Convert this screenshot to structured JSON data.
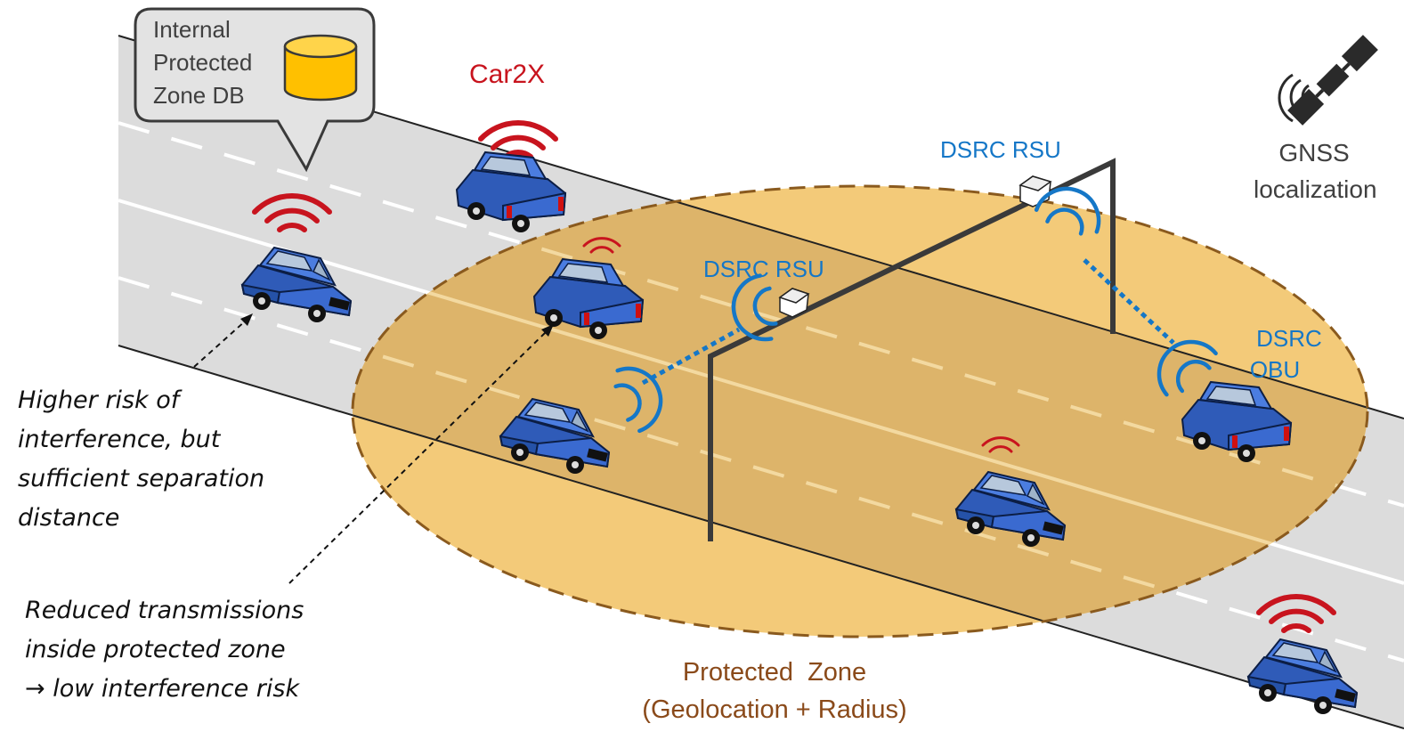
{
  "db_callout": {
    "lines": [
      "Internal",
      "Protected",
      "Zone DB"
    ]
  },
  "car2x_label": "Car2X",
  "rsu_labels": [
    "DSRC RSU",
    "DSRC RSU"
  ],
  "obu_label": [
    "DSRC",
    "OBU"
  ],
  "gnss_label": [
    "GNSS",
    "localization"
  ],
  "zone_label": [
    "Protected  Zone",
    "(Geolocation + Radius)"
  ],
  "note_high_risk": [
    "Higher risk of",
    "interference, but",
    "sufficient separation",
    "distance"
  ],
  "note_reduced": [
    "Reduced transmissions",
    "inside protected zone",
    "→ low interference risk"
  ],
  "icons": [
    "database-icon",
    "satellite-icon",
    "car-icon",
    "wireless-signal-icon",
    "roadside-unit-icon"
  ],
  "colors": {
    "car_body": "#3c6fd0",
    "car2x_signal": "#c8141e",
    "dsrc_blue": "#1577c7",
    "zone_fill": "#e8b45c",
    "zone_border": "#8a5a1e",
    "zone_label": "#8a4a1a",
    "db_cylinder": "#ffc000",
    "road": "#dcdcdc"
  }
}
